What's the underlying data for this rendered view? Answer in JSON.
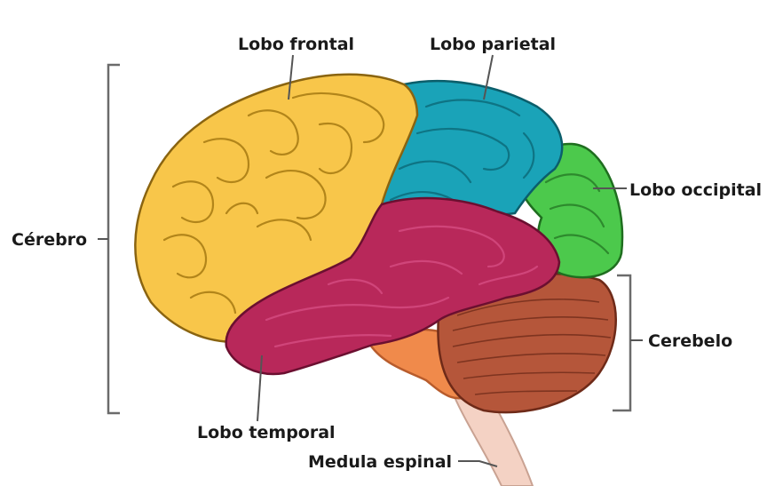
{
  "labels": {
    "frontal": "Lobo frontal",
    "parietal": "Lobo parietal",
    "occipital": "Lobo occipital",
    "cerebro": "Cérebro",
    "cerebelo": "Cerebelo",
    "temporal": "Lobo temporal",
    "medula": "Medula espinal"
  },
  "colors": {
    "frontal": "#f8c64a",
    "parietal": "#1aa3b8",
    "occipital": "#4cc94c",
    "temporal": "#b8285a",
    "cerebelo": "#b5563a",
    "brainstem": "#f08a4b",
    "medula": "#f4d2c4"
  }
}
